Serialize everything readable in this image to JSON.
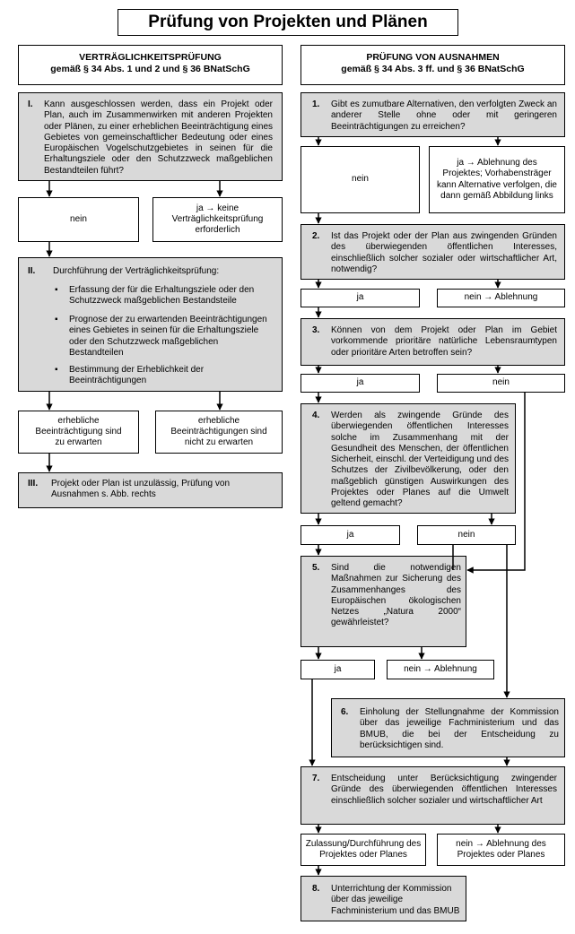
{
  "title": "Prüfung von Projekten und Plänen",
  "left": {
    "heading1": "VERTRÄGLICHKEITSPRÜFUNG",
    "heading2": "gemäß § 34 Abs. 1 und 2 und § 36 BNatSchG",
    "step1": {
      "num": "I.",
      "text": "Kann ausgeschlossen werden, dass ein Projekt oder Plan, auch im Zusammenwirken mit anderen Projekten oder Plänen, zu einer erheblichen Beeinträchtigung eines Gebietes von gemeinschaftlicher Bedeutung oder eines Europäischen Vogelschutzgebietes in seinen für die Erhaltungsziele oder den Schutzzweck maßgeblichen Bestandteilen führt?"
    },
    "nein1": "nein",
    "ja1": "ja  →  keine Verträglichkeitsprüfung erforderlich",
    "step2": {
      "num": "II.",
      "text": "Durchführung der Verträglichkeitsprüfung:",
      "bullets": [
        "Erfassung der für die Erhaltungsziele oder den Schutzzweck maßgeblichen Bestandsteile",
        "Prognose der zu erwartenden Beeinträchtigungen eines Gebietes in seinen für die Erhaltungsziele oder den Schutzzweck maßgeblichen Bestandteilen",
        "Bestimmung der Erheblichkeit der Beeinträchtigungen"
      ]
    },
    "erheblich": "erhebliche Beeinträchtigung sind zu erwarten",
    "nicht_erheblich": "erhebliche Beeinträchtigungen sind nicht zu erwarten",
    "step3": {
      "num": "III.",
      "text": "Projekt oder Plan ist unzulässig, Prüfung von Ausnahmen s. Abb. rechts"
    }
  },
  "right": {
    "heading1": "PRÜFUNG VON AUSNAHMEN",
    "heading2": "gemäß § 34 Abs. 3 ff. und § 36 BNatSchG",
    "q1": {
      "num": "1.",
      "text": "Gibt es zumutbare Alternativen, den verfolgten Zweck an anderer Stelle ohne oder mit geringeren Beeinträchtigungen zu erreichen?"
    },
    "q1_nein": "nein",
    "q1_ja": "ja  →  Ablehnung des Projektes; Vorhabensträger kann Alternative verfolgen, die dann gemäß Abbildung links",
    "q2": {
      "num": "2.",
      "text": "Ist das Projekt oder der Plan aus zwingenden Gründen des überwiegenden öffentlichen Interesses, einschließlich solcher sozialer oder wirtschaftlicher Art, notwendig?"
    },
    "q2_ja": "ja",
    "q2_nein": "nein  →  Ablehnung",
    "q3": {
      "num": "3.",
      "text": "Können von dem Projekt oder Plan im Gebiet vorkommende prioritäre natürliche Lebensraumtypen oder prioritäre Arten betroffen sein?"
    },
    "q3_ja": "ja",
    "q3_nein": "nein",
    "q4": {
      "num": "4.",
      "text": "Werden als zwingende Gründe des überwiegenden öffentlichen Interesses solche im Zusammenhang mit der Gesundheit des Menschen, der öffentlichen Sicherheit, einschl. der Verteidigung und des Schutzes der Zivilbevölkerung, oder den maßgeblich günstigen Auswirkungen des Projektes oder Planes auf die Umwelt geltend gemacht?"
    },
    "q4_ja": "ja",
    "q4_nein": "nein",
    "q5": {
      "num": "5.",
      "text": "Sind die notwendigen Maßnahmen zur Sicherung des Zusammenhanges des Europäischen ökologischen Netzes „Natura 2000“ gewährleistet?"
    },
    "q5_ja": "ja",
    "q5_nein": "nein  →  Ablehnung",
    "q6": {
      "num": "6.",
      "text": "Einholung der Stellungnahme der Kommission über das jeweilige Fachministerium und das BMUB, die bei der Entscheidung zu berücksichtigen sind."
    },
    "q7": {
      "num": "7.",
      "text": "Entscheidung unter Berücksichtigung zwingender Gründe des überwiegenden öffentlichen Interesses einschließlich solcher sozialer und wirtschaftlicher Art"
    },
    "q7_zul": "Zulassung/Durchführung des Projektes oder Planes",
    "q7_nein": "nein  →  Ablehnung des Projektes oder Planes",
    "q8": {
      "num": "8.",
      "text": "Unterrichtung der Kommission über das jeweilige Fachministerium und das BMUB"
    }
  }
}
